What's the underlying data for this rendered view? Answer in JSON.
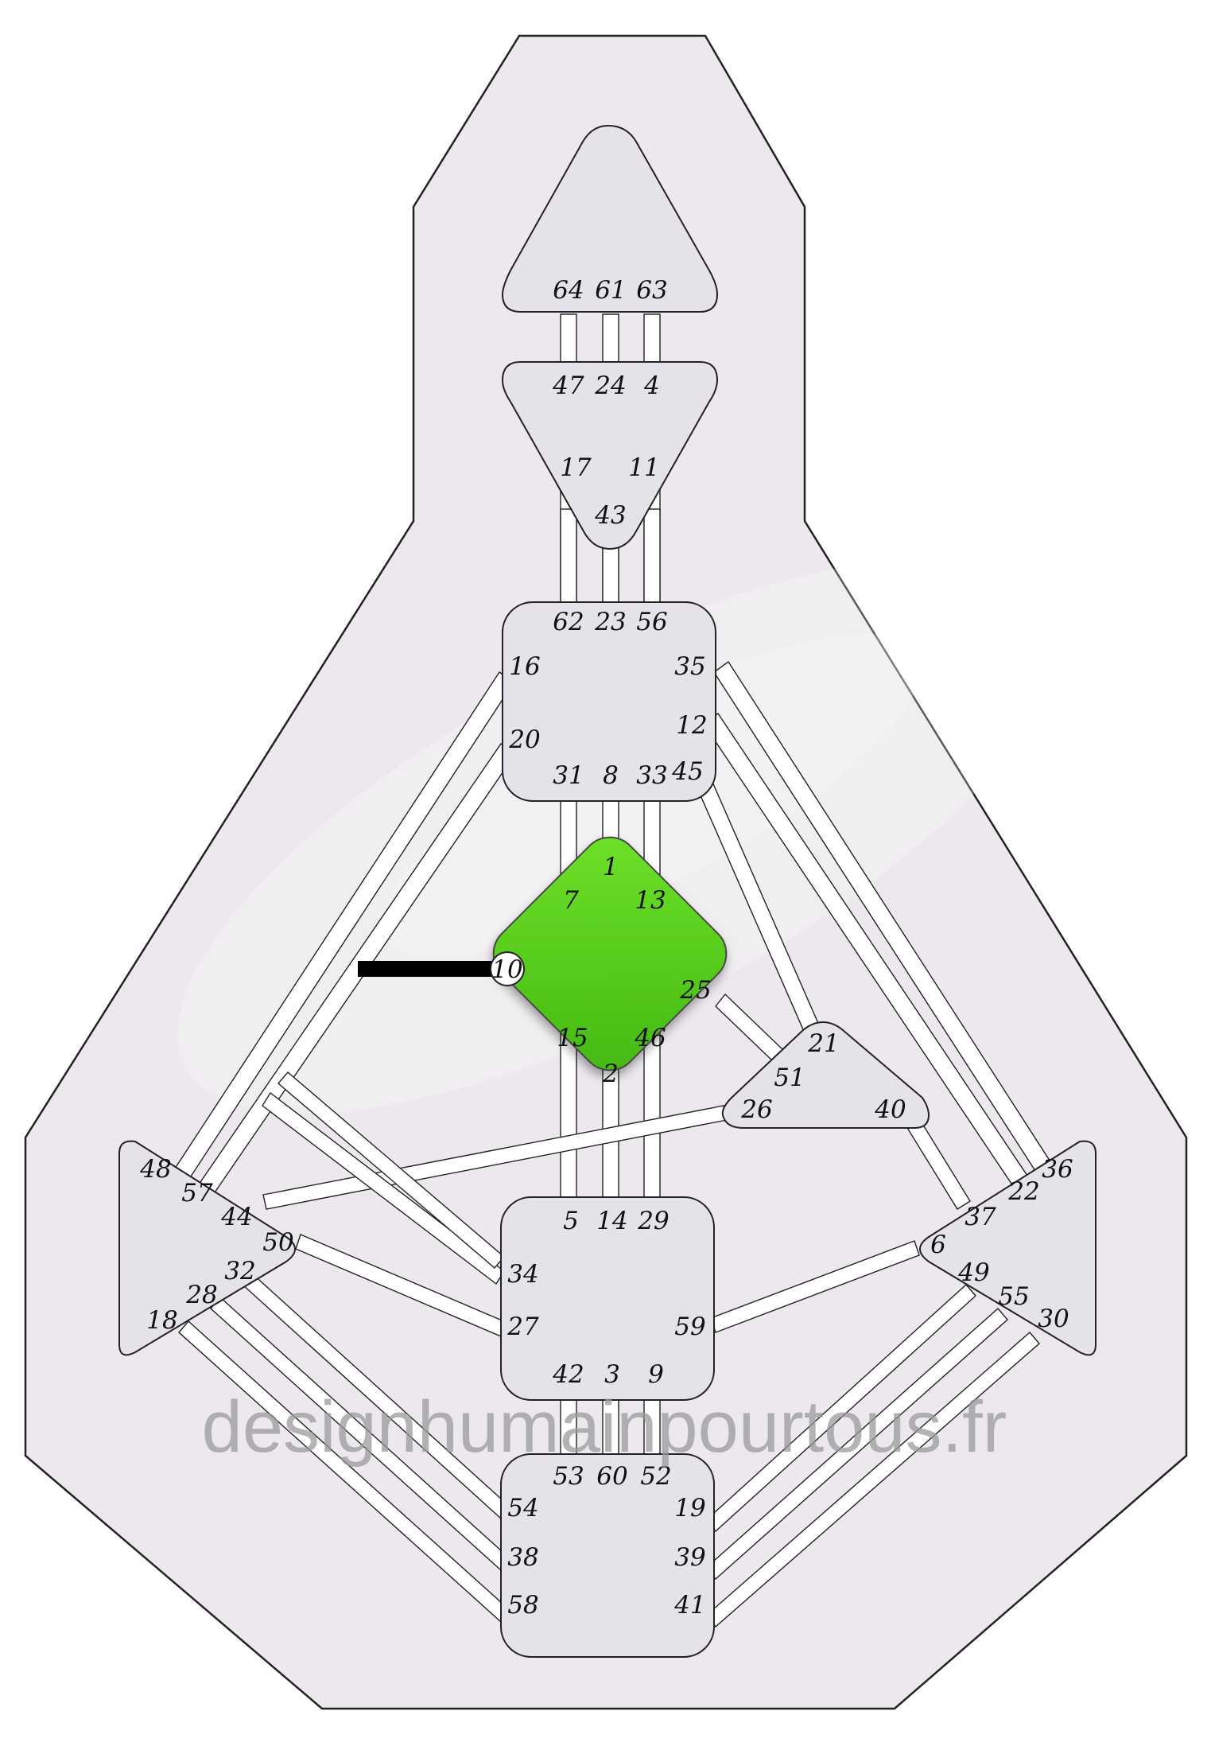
{
  "watermark": "designhumainpourtous.fr",
  "colors": {
    "body_fill": "#ece8ee",
    "center_fill": "#e6e2e9",
    "defined_center": "#55cc1a",
    "channel_fill": "#ffffff",
    "defined_channel": "#000000",
    "outline": "#222222"
  },
  "centers": [
    {
      "name": "head",
      "defined": false,
      "gates": [
        "64",
        "61",
        "63"
      ]
    },
    {
      "name": "ajna",
      "defined": false,
      "gates": [
        "47",
        "24",
        "4",
        "17",
        "11",
        "43"
      ]
    },
    {
      "name": "throat",
      "defined": false,
      "gates": [
        "62",
        "23",
        "56",
        "16",
        "35",
        "12",
        "20",
        "31",
        "8",
        "33",
        "45"
      ]
    },
    {
      "name": "g",
      "defined": true,
      "gates": [
        "1",
        "7",
        "13",
        "10",
        "25",
        "15",
        "46",
        "2"
      ]
    },
    {
      "name": "heart",
      "defined": false,
      "gates": [
        "21",
        "51",
        "26",
        "40"
      ]
    },
    {
      "name": "spleen",
      "defined": false,
      "gates": [
        "48",
        "57",
        "44",
        "50",
        "32",
        "28",
        "18"
      ]
    },
    {
      "name": "solar-plexus",
      "defined": false,
      "gates": [
        "36",
        "22",
        "37",
        "6",
        "49",
        "55",
        "30"
      ]
    },
    {
      "name": "sacral",
      "defined": false,
      "gates": [
        "5",
        "14",
        "29",
        "34",
        "27",
        "59",
        "42",
        "3",
        "9"
      ]
    },
    {
      "name": "root",
      "defined": false,
      "gates": [
        "53",
        "60",
        "52",
        "54",
        "19",
        "38",
        "39",
        "58",
        "41"
      ]
    }
  ],
  "defined_gates": [
    "10"
  ],
  "defined_hanging_gates": [
    "10"
  ]
}
